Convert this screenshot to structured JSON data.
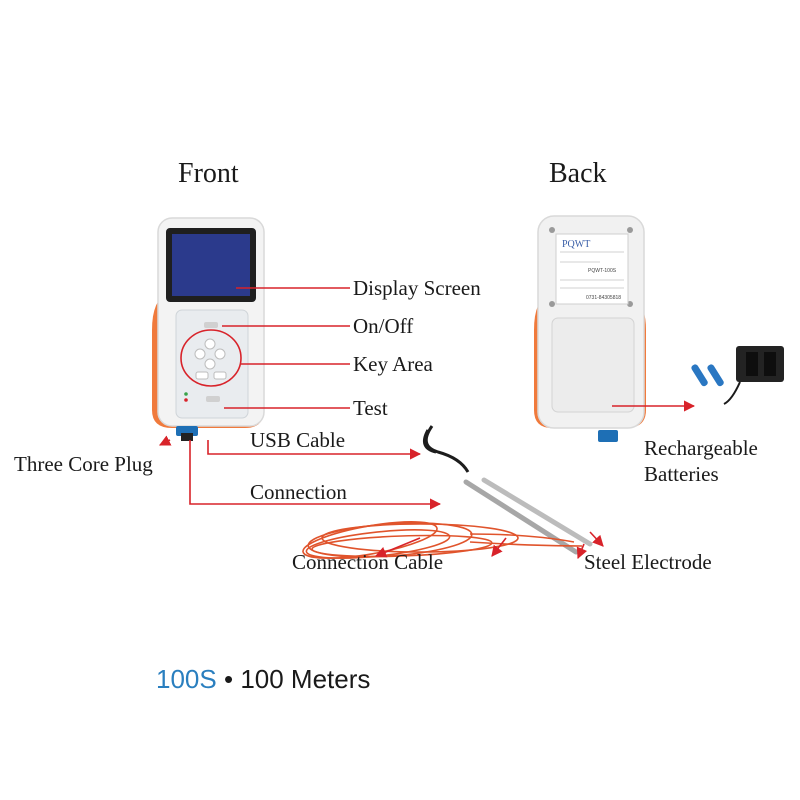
{
  "headings": {
    "front": "Front",
    "back": "Back"
  },
  "labels": {
    "display_screen": "Display Screen",
    "on_off": "On/Off",
    "key_area": "Key Area",
    "test": "Test",
    "usb_cable": "USB Cable",
    "three_core_plug": "Three Core Plug",
    "connection": "Connection",
    "connection_cable": "Connection Cable",
    "steel_electrode": "Steel Electrode",
    "rechargeable": "Rechargeable",
    "batteries": "Batteries"
  },
  "device_back": {
    "brand": "PQWT",
    "model_line": "PQWT-100S",
    "phone_line": "0731-84305818"
  },
  "caption": {
    "model": "100S",
    "bullet": "•",
    "range": "100 Meters"
  },
  "colors": {
    "annotation": "#d8232a",
    "device_orange": "#f07a3c",
    "screen_blue": "#2b3a8c",
    "model_blue": "#2a7fbf"
  }
}
